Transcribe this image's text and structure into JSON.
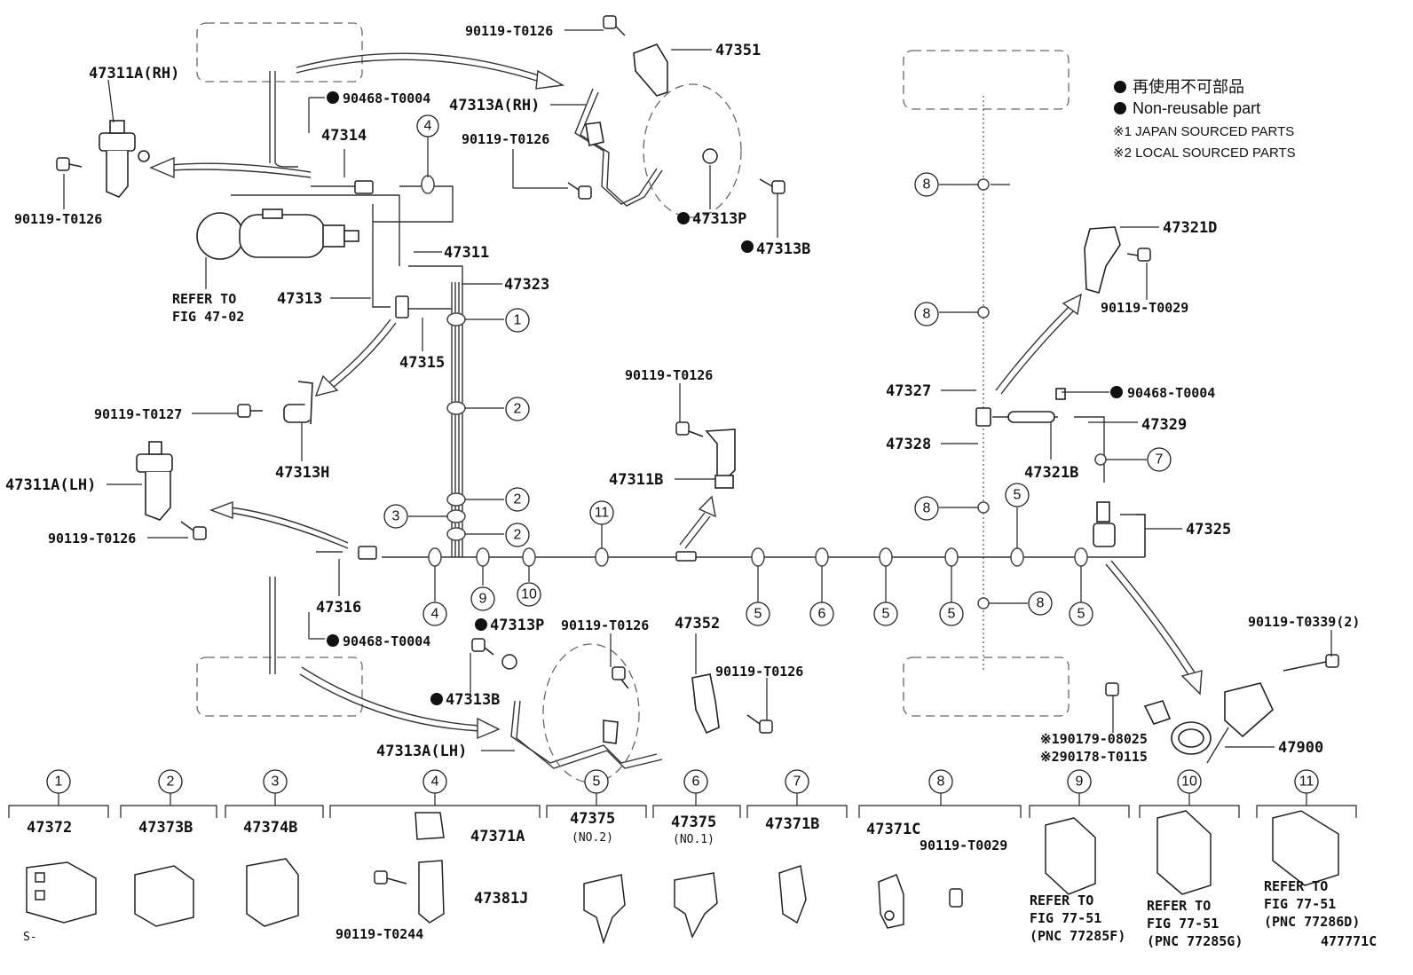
{
  "legend": {
    "jp": "再使用不可部品",
    "en": "Non-reusable part",
    "note1": "※1 JAPAN SOURCED PARTS",
    "note2": "※2 LOCAL SOURCED PARTS"
  },
  "labels": {
    "p47311A_RH": "47311A(RH)",
    "p90119_T0126_a": "90119-T0126",
    "p90468_T0004_a": "90468-T0004",
    "p47314": "47314",
    "p47311": "47311",
    "p47323": "47323",
    "p47313": "47313",
    "refer_fig_l1": "REFER TO",
    "refer_fig_l2": "FIG 47-02",
    "p47315": "47315",
    "p90119_T0127": "90119-T0127",
    "p47313H": "47313H",
    "p47311A_LH": "47311A(LH)",
    "p90119_T0126_b": "90119-T0126",
    "p47316": "47316",
    "p90468_T0004_b": "90468-T0004",
    "p90119_T0126_top": "90119-T0126",
    "p47351": "47351",
    "p47313A_RH": "47313A(RH)",
    "p90119_T0126_c": "90119-T0126",
    "p47313P_a": "47313P",
    "p47313B_a": "47313B",
    "p90119_T0126_d": "90119-T0126",
    "p47311B": "47311B",
    "p47313P_b": "47313P",
    "p47313B_b": "47313B",
    "p90119_T0126_e": "90119-T0126",
    "p47352": "47352",
    "p90119_T0126_f": "90119-T0126",
    "p47313A_LH": "47313A(LH)",
    "p47321D": "47321D",
    "p90119_T0029_a": "90119-T0029",
    "p47327": "47327",
    "p90468_T0004_c": "90468-T0004",
    "p47329": "47329",
    "p47328": "47328",
    "p47321B": "47321B",
    "p47325": "47325",
    "p90119_T0339": "90119-T0339(2)",
    "p90179": "※190179-08025",
    "p90178": "※290178-T0115",
    "p47900": "47900"
  },
  "callouts": {
    "c1": "1",
    "c2": "2",
    "c3": "3",
    "c4": "4",
    "c5": "5",
    "c6": "6",
    "c7": "7",
    "c8": "8",
    "c9": "9",
    "c10": "10",
    "c11": "11"
  },
  "clamps": {
    "h1": "1",
    "h2": "2",
    "h3": "3",
    "h4": "4",
    "h5": "5",
    "h6": "6",
    "h7": "7",
    "h8": "8",
    "h9": "9",
    "h10": "10",
    "h11": "11",
    "k1": "47372",
    "k2": "47373B",
    "k3": "47374B",
    "k4a": "47371A",
    "k4b": "47381J",
    "k4c": "90119-T0244",
    "k5": "47375",
    "k5n": "(NO.2)",
    "k6": "47375",
    "k6n": "(NO.1)",
    "k7": "47371B",
    "k8": "47371C",
    "k8b": "90119-T0029",
    "ref": "REFER TO",
    "fig": "FIG 77-51",
    "pnc9": "(PNC 77285F)",
    "pnc10": "(PNC 77285G)",
    "pnc11": "(PNC 77286D)"
  },
  "footer": {
    "left": "S-",
    "code": "477771C"
  }
}
